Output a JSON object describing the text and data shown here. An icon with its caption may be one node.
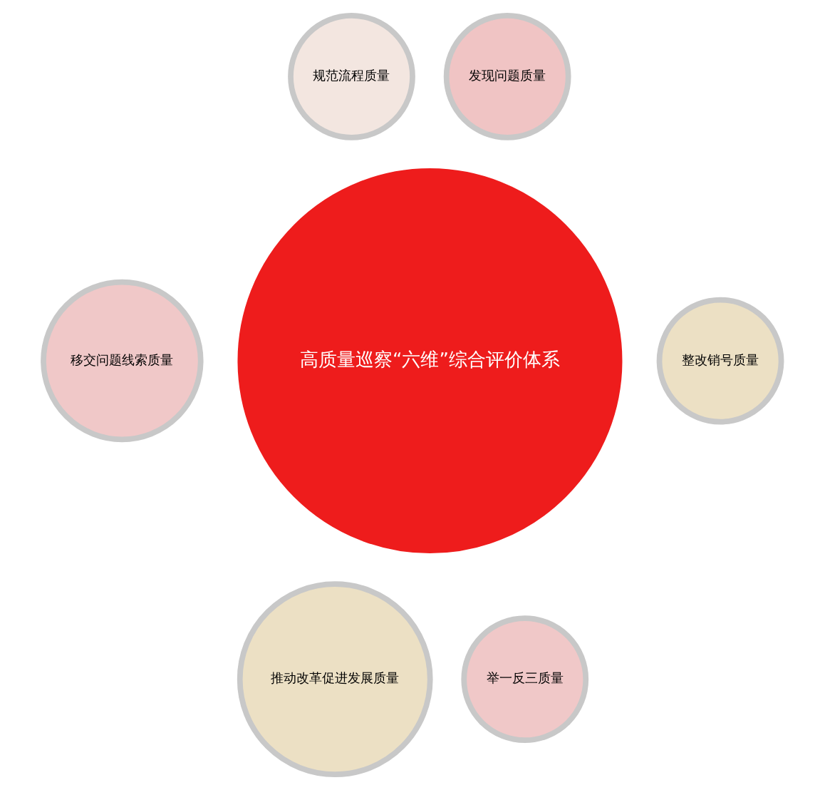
{
  "diagram": {
    "nodes": [
      {
        "text": [
          "规范流程质量"
        ]
      },
      {
        "text": [
          "发现问题质量"
        ]
      },
      {
        "text": [
          "移交问题线索质量"
        ]
      },
      {
        "text": [
          "高质量巡察“六维”综合评价体系"
        ]
      },
      {
        "text": [
          "整改销号质量"
        ]
      },
      {
        "text": [
          "推动改革促进发展质量"
        ]
      },
      {
        "text": [
          "举一反三质量"
        ]
      }
    ]
  }
}
